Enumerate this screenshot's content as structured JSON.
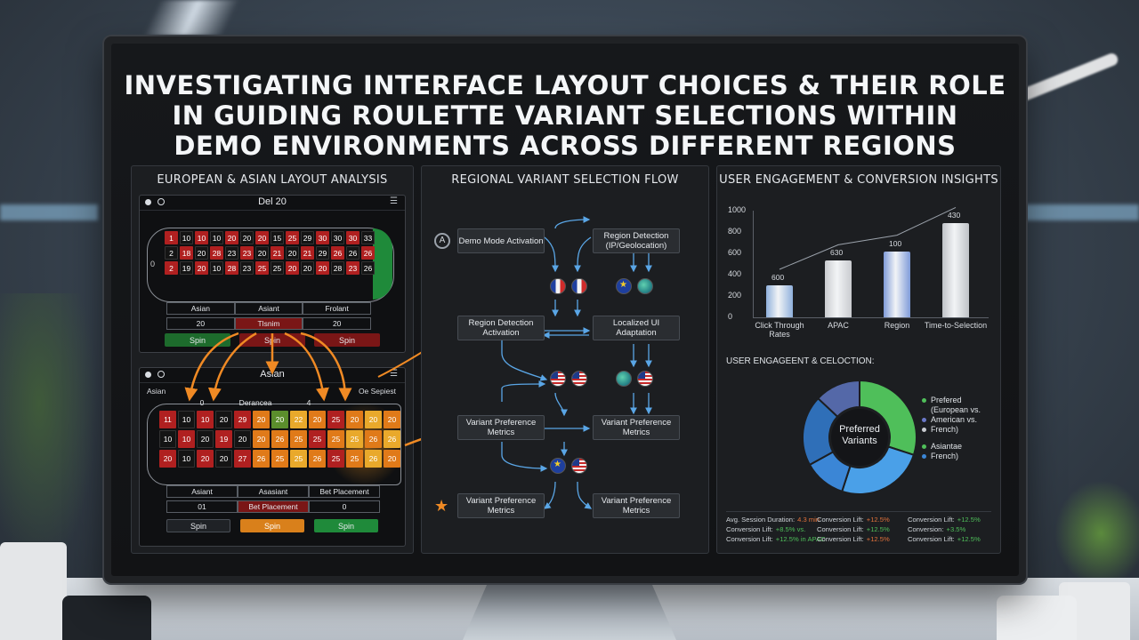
{
  "title_lines": [
    "INVESTIGATING INTERFACE LAYOUT CHOICES & THEIR ROLE",
    "IN GUIDING ROULETTE VARIANT SELECTIONS WITHIN",
    "DEMO ENVIRONMENTS ACROSS DIFFERENT REGIONS"
  ],
  "left_panel": {
    "title": "EUROPEAN & ASIAN LAYOUT ANALYSIS",
    "european_board": {
      "header": "Del 20",
      "zero": "0",
      "rows": [
        [
          "1",
          "10",
          "10",
          "10",
          "20",
          "20",
          "20",
          "15",
          "25",
          "29",
          "30",
          "30",
          "30",
          "33"
        ],
        [
          "2",
          "18",
          "20",
          "28",
          "23",
          "23",
          "20",
          "21",
          "20",
          "21",
          "29",
          "26",
          "26",
          "26"
        ],
        [
          "2",
          "19",
          "20",
          "10",
          "28",
          "23",
          "25",
          "25",
          "20",
          "20",
          "20",
          "28",
          "23",
          "26"
        ]
      ],
      "labels": [
        "Asian",
        "Asiant",
        "Frolant"
      ],
      "sub_values": [
        "20",
        "Tlsnim",
        "20"
      ],
      "buttons": [
        "Spin",
        "Spin",
        "Spin"
      ]
    },
    "asian_board": {
      "header": "Asian",
      "side_left": "Asian",
      "side_right": "Oe Sepiest",
      "top_labels": [
        "0",
        "Derancea",
        "4"
      ],
      "rows": [
        [
          "11",
          "10",
          "10",
          "20",
          "29",
          "20",
          "20",
          "22",
          "20",
          "25",
          "20",
          "20",
          "20"
        ],
        [
          "10",
          "10",
          "20",
          "19",
          "20",
          "20",
          "26",
          "25",
          "25",
          "25",
          "25",
          "26",
          "26"
        ],
        [
          "20",
          "10",
          "20",
          "20",
          "27",
          "26",
          "25",
          "25",
          "26",
          "25",
          "25",
          "26",
          "20"
        ]
      ],
      "labels": [
        "Asiant",
        "Asasiant",
        "Bet Placement"
      ],
      "sub_values": [
        "01",
        "Bet Placement",
        "0"
      ],
      "buttons": [
        "Spin",
        "Spin",
        "Spin"
      ]
    }
  },
  "center_panel": {
    "title": "REGIONAL VARIANT SELECTION FLOW",
    "nodes": [
      "Demo Mode Activation",
      "Region Detection (IP/Geolocation)",
      "Region Detection Activation",
      "Localized UI Adaptation",
      "Variant Preference Metrics",
      "Variant Preference Metrics",
      "Variant Preference Metrics",
      "Variant Preference Metrics"
    ],
    "start_icon": "A",
    "end_icon": "star-icon"
  },
  "right_panel": {
    "title": "USER ENGAGEMENT & CONVERSION INSIGHTS",
    "pie_title": "USER ENGAGEENT & CELOCTION:",
    "pie_center": "Preferred Variants",
    "legend": [
      {
        "label": "Prefered",
        "color": "#4fbf5a"
      },
      {
        "label": "(European vs.",
        "color": ""
      },
      {
        "label": "American vs.",
        "color": "#6a78c8"
      },
      {
        "label": "French)",
        "color": "#c9ccd1"
      },
      {
        "label": "Asiantae",
        "color": "#4fbf5a"
      },
      {
        "label": "French)",
        "color": "#3b86d6"
      }
    ],
    "metrics": [
      {
        "label": "Avg. Session Duration:",
        "value": "4.3 min",
        "tone": "neg"
      },
      {
        "label": "Conversion Lift:",
        "value": "+12.5%",
        "tone": "neg"
      },
      {
        "label": "Conversion Lift:",
        "value": "+12.5%",
        "tone": "pos"
      },
      {
        "label": "Conversion Lift:",
        "value": "+8.5% vs.",
        "tone": "pos"
      },
      {
        "label": "Conversion Lift:",
        "value": "+12.5%",
        "tone": "pos"
      },
      {
        "label": "Conversion:",
        "value": "+3.5%",
        "tone": "pos"
      },
      {
        "label": "Conversion Lift:",
        "value": "+12.5% in APAC",
        "tone": "pos"
      },
      {
        "label": "Conversion Lift:",
        "value": "+12.5%",
        "tone": "neg"
      },
      {
        "label": "Conversion Lift:",
        "value": "+12.5%",
        "tone": "pos"
      }
    ]
  },
  "chart_data": [
    {
      "type": "bar",
      "categories": [
        "Click Through Rates",
        "APAC",
        "Region",
        "Time-to-Selection"
      ],
      "values": [
        300,
        530,
        620,
        880
      ],
      "data_labels": [
        "600",
        "630",
        "100",
        "430"
      ],
      "ylim": [
        0,
        1000
      ],
      "yticks": [
        "1000",
        "800",
        "600",
        "400",
        "200",
        "0"
      ],
      "colors": [
        "#8fb0dc",
        "#c9cbcf",
        "#7f9bd9",
        "#bfc2c7"
      ],
      "grid": false
    },
    {
      "type": "pie",
      "donut": true,
      "values": [
        30,
        25,
        12,
        20,
        13
      ],
      "colors": [
        "#4fbf5a",
        "#4aa0e8",
        "#3b86d6",
        "#2f6fb8",
        "#5468a8"
      ]
    }
  ]
}
